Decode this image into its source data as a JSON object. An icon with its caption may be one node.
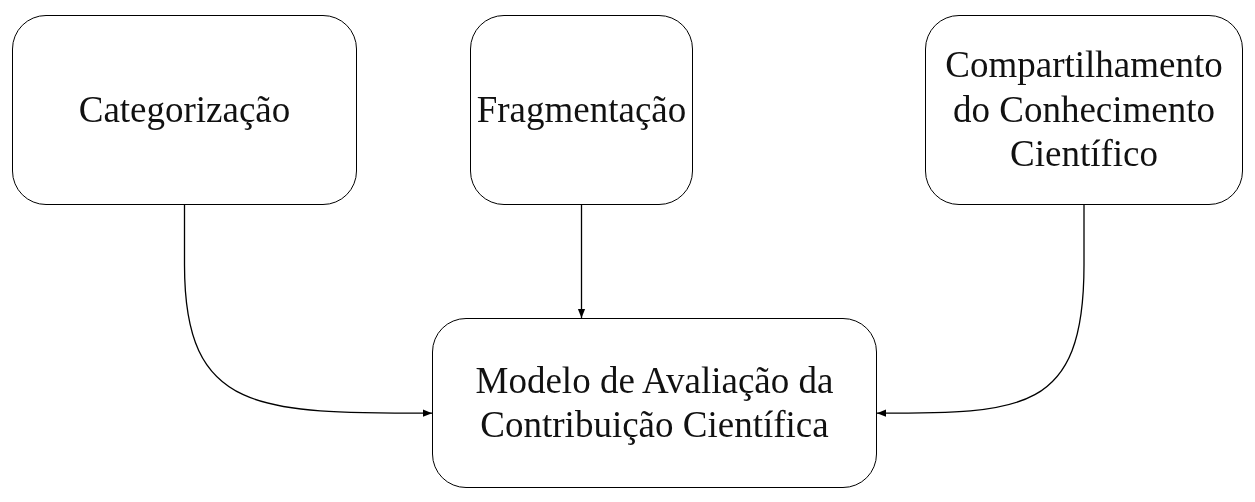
{
  "diagram": {
    "nodes": [
      {
        "text": [
          "Categorização"
        ]
      },
      {
        "text": [
          "Fragmentação"
        ]
      },
      {
        "text": [
          "Compartilhamento do Conhecimento Científico"
        ]
      },
      {
        "text": [
          "Modelo de Avaliação da Contribuição Científica"
        ]
      }
    ],
    "edges": [
      {
        "from": 0,
        "to": 3,
        "arrow": "to"
      },
      {
        "from": 1,
        "to": 3,
        "arrow": "to"
      },
      {
        "from": 2,
        "to": 3,
        "arrow": "to"
      }
    ]
  }
}
